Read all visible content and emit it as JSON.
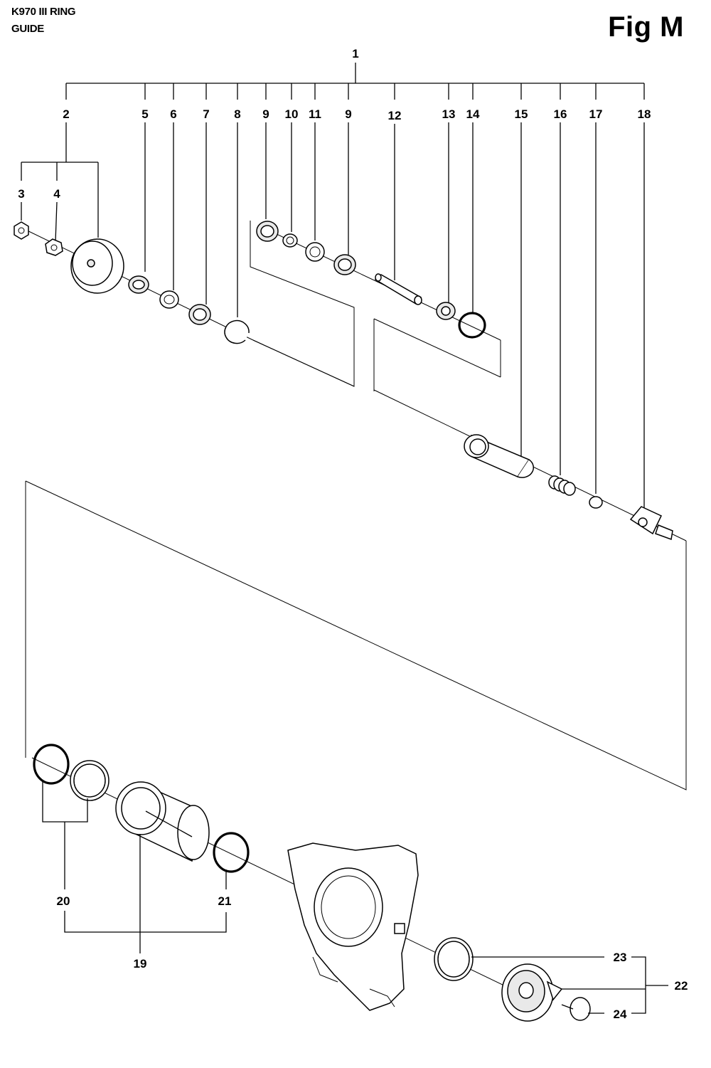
{
  "header": {
    "title_line1": "K970 III RING",
    "title_line2": "GUIDE",
    "figure": "Fig M"
  },
  "callouts": {
    "c1": "1",
    "c2": "2",
    "c3": "3",
    "c4": "4",
    "c5": "5",
    "c6": "6",
    "c7": "7",
    "c8": "8",
    "c9a": "9",
    "c10": "10",
    "c11": "11",
    "c9b": "9",
    "c12": "12",
    "c13": "13",
    "c14": "14",
    "c15": "15",
    "c16": "16",
    "c17": "17",
    "c18": "18",
    "c19": "19",
    "c20": "20",
    "c21": "21",
    "c22": "22",
    "c23": "23",
    "c24": "24"
  }
}
